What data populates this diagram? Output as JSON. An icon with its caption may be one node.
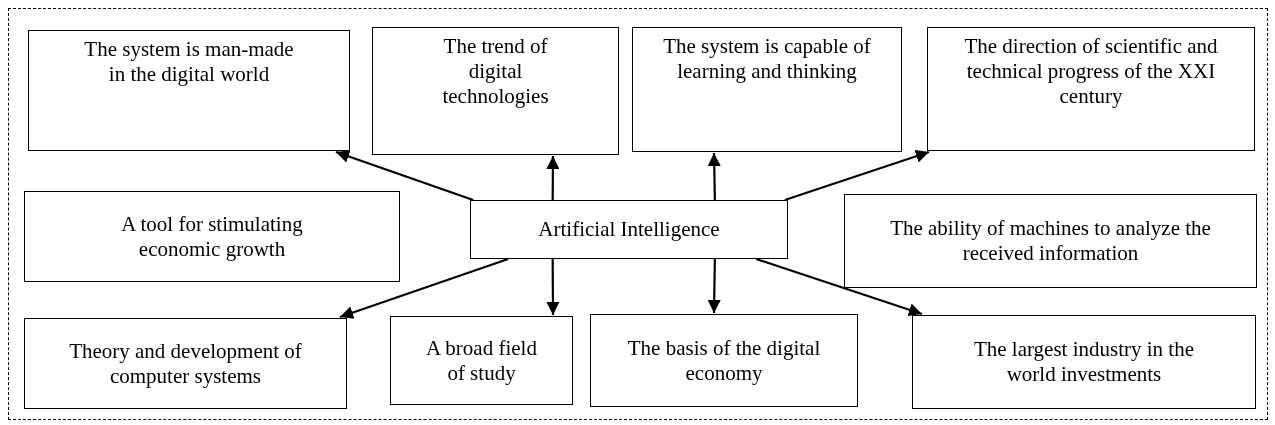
{
  "diagram": {
    "nodes": [
      {
        "text": [
          "The system is man-made in the digital world"
        ]
      },
      {
        "text": [
          "The trend of digital technologies"
        ]
      },
      {
        "text": [
          "The system is capable of learning and thinking"
        ]
      },
      {
        "text": [
          "The direction of scientific and technical progress of the XXI century"
        ]
      },
      {
        "text": [
          "A tool for stimulating economic growth"
        ]
      },
      {
        "text": [
          "Artificial Intelligence"
        ]
      },
      {
        "text": [
          "The ability of machines to analyze the received information"
        ]
      },
      {
        "text": [
          "Theory and development of computer systems"
        ]
      },
      {
        "text": [
          "A broad field of study"
        ]
      },
      {
        "text": [
          "The basis of the digital economy"
        ]
      },
      {
        "text": [
          "The largest industry in the world investments"
        ]
      }
    ],
    "edges": [
      {
        "from": 5,
        "to": 0,
        "arrow": "to"
      },
      {
        "from": 5,
        "to": 1,
        "arrow": "to"
      },
      {
        "from": 5,
        "to": 2,
        "arrow": "to"
      },
      {
        "from": 5,
        "to": 3,
        "arrow": "to"
      },
      {
        "from": 5,
        "to": 7,
        "arrow": "to"
      },
      {
        "from": 5,
        "to": 8,
        "arrow": "to"
      },
      {
        "from": 5,
        "to": 9,
        "arrow": "to"
      },
      {
        "from": 5,
        "to": 10,
        "arrow": "to"
      }
    ]
  }
}
